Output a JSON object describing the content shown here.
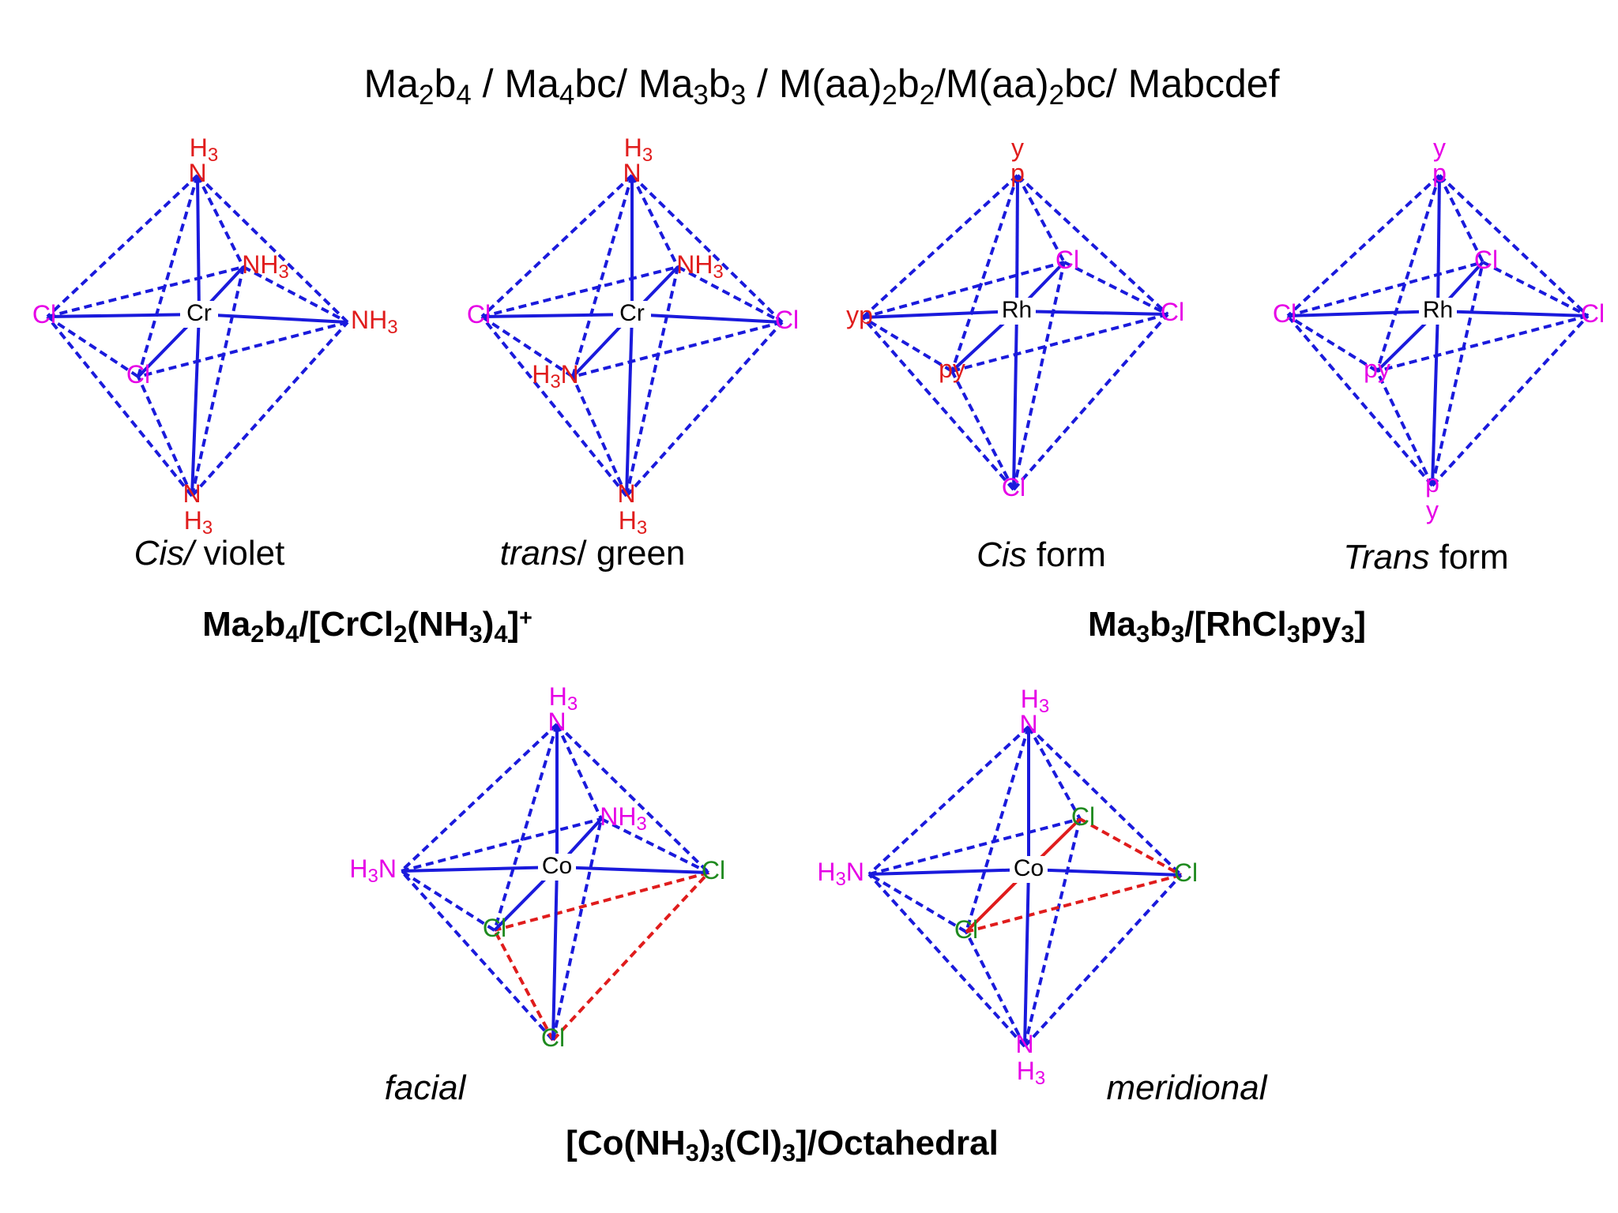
{
  "colors": {
    "bond": "#1a1adc",
    "highlight": "#e01c1c",
    "red": "#e01c1c",
    "magenta": "#e600e6",
    "green": "#1f8a1f",
    "black": "#000000"
  },
  "header": {
    "parts": [
      {
        "t": "Ma"
      },
      {
        "t": "2",
        "s": "sub"
      },
      {
        "t": "b"
      },
      {
        "t": "4",
        "s": "sub"
      },
      {
        "t": " / Ma"
      },
      {
        "t": "4",
        "s": "sub"
      },
      {
        "t": "bc/ Ma"
      },
      {
        "t": "3",
        "s": "sub"
      },
      {
        "t": "b"
      },
      {
        "t": "3",
        "s": "sub"
      },
      {
        "t": " / M(aa)"
      },
      {
        "t": "2",
        "s": "sub"
      },
      {
        "t": "b"
      },
      {
        "t": "2",
        "s": "sub"
      },
      {
        "t": "/M(aa)"
      },
      {
        "t": "2",
        "s": "sub"
      },
      {
        "t": "bc/ Mabcdef"
      }
    ]
  },
  "molecules": [
    {
      "id": "cis-cr",
      "center": "Cr",
      "caption": [
        {
          "t": "Cis/",
          "s": "i"
        },
        {
          "t": " violet"
        }
      ],
      "ligands": {
        "top": {
          "main": "N",
          "extra": "H3",
          "color": "red"
        },
        "bottom": {
          "main": "N",
          "extra": "H3",
          "color": "red"
        },
        "left": {
          "text": "Cl",
          "color": "magenta"
        },
        "right": {
          "text": "NH3",
          "color": "red"
        },
        "back": {
          "text": "NH3",
          "color": "red"
        },
        "front": {
          "text": "Cl",
          "color": "magenta"
        }
      }
    },
    {
      "id": "trans-cr",
      "center": "Cr",
      "caption": [
        {
          "t": "trans",
          "s": "i"
        },
        {
          "t": "/ green"
        }
      ],
      "ligands": {
        "top": {
          "main": "N",
          "extra": "H3",
          "color": "red"
        },
        "bottom": {
          "main": "N",
          "extra": "H3",
          "color": "red"
        },
        "left": {
          "text": "Cl",
          "color": "magenta"
        },
        "right": {
          "text": "Cl",
          "color": "magenta"
        },
        "back": {
          "text": "NH3",
          "color": "red"
        },
        "front": {
          "text": "H3N",
          "color": "red"
        }
      }
    },
    {
      "id": "cis-rh",
      "center": "Rh",
      "caption": [
        {
          "t": "Cis",
          "s": "i"
        },
        {
          "t": " form"
        }
      ],
      "ligands": {
        "top": {
          "main": "p",
          "extra": "y",
          "color": "red"
        },
        "bottom": {
          "main": "Cl",
          "extra": "",
          "color": "magenta"
        },
        "left": {
          "text": "yp",
          "color": "red"
        },
        "right": {
          "text": "Cl",
          "color": "magenta"
        },
        "back": {
          "text": "Cl",
          "color": "magenta"
        },
        "front": {
          "text": "py",
          "color": "red"
        }
      }
    },
    {
      "id": "trans-rh",
      "center": "Rh",
      "caption": [
        {
          "t": "Trans",
          "s": "i"
        },
        {
          "t": " form"
        }
      ],
      "ligands": {
        "top": {
          "main": "p",
          "extra": "y",
          "color": "magenta"
        },
        "bottom": {
          "main": "p",
          "extra": "y",
          "color": "magenta"
        },
        "left": {
          "text": "Cl",
          "color": "magenta"
        },
        "right": {
          "text": "Cl",
          "color": "magenta"
        },
        "back": {
          "text": "Cl",
          "color": "magenta"
        },
        "front": {
          "text": "py",
          "color": "magenta"
        }
      }
    },
    {
      "id": "fac-co",
      "center": "Co",
      "caption": [
        {
          "t": "facial",
          "s": "i"
        }
      ],
      "highlight": [
        [
          "front",
          "bottom"
        ],
        [
          "front",
          "right"
        ],
        [
          "right",
          "bottom"
        ]
      ],
      "ligands": {
        "top": {
          "main": "N",
          "extra": "H3",
          "color": "magenta"
        },
        "bottom": {
          "main": "Cl",
          "extra": "",
          "color": "green"
        },
        "left": {
          "text": "H3N",
          "color": "magenta"
        },
        "right": {
          "text": "Cl",
          "color": "green"
        },
        "back": {
          "text": "NH3",
          "color": "magenta"
        },
        "front": {
          "text": "Cl",
          "color": "green"
        }
      }
    },
    {
      "id": "mer-co",
      "center": "Co",
      "caption": [
        {
          "t": "meridional",
          "s": "i"
        }
      ],
      "highlight": [
        [
          "back",
          "right"
        ],
        [
          "front",
          "right"
        ]
      ],
      "solidHighlight": [
        [
          "front",
          "center"
        ],
        [
          "center",
          "back"
        ]
      ],
      "ligands": {
        "top": {
          "main": "N",
          "extra": "H3",
          "color": "magenta"
        },
        "bottom": {
          "main": "N",
          "extra": "H3",
          "color": "magenta"
        },
        "left": {
          "text": "H3N",
          "color": "magenta"
        },
        "right": {
          "text": "Cl",
          "color": "green"
        },
        "back": {
          "text": "Cl",
          "color": "green"
        },
        "front": {
          "text": "Cl",
          "color": "green"
        }
      }
    }
  ],
  "subtitles": [
    {
      "id": "sub-cr",
      "parts": [
        {
          "t": "Ma"
        },
        {
          "t": "2",
          "s": "sub"
        },
        {
          "t": "b"
        },
        {
          "t": "4",
          "s": "sub"
        },
        {
          "t": "/[CrCl"
        },
        {
          "t": "2",
          "s": "sub"
        },
        {
          "t": "(NH"
        },
        {
          "t": "3",
          "s": "sub"
        },
        {
          "t": ")"
        },
        {
          "t": "4",
          "s": "sub"
        },
        {
          "t": "]"
        },
        {
          "t": "+",
          "s": "sup"
        }
      ]
    },
    {
      "id": "sub-rh",
      "parts": [
        {
          "t": "Ma"
        },
        {
          "t": "3",
          "s": "sub"
        },
        {
          "t": "b"
        },
        {
          "t": "3",
          "s": "sub"
        },
        {
          "t": "/[RhCl"
        },
        {
          "t": "3",
          "s": "sub"
        },
        {
          "t": "py"
        },
        {
          "t": "3",
          "s": "sub"
        },
        {
          "t": "]"
        }
      ]
    },
    {
      "id": "sub-co",
      "parts": [
        {
          "t": "[Co(NH"
        },
        {
          "t": "3",
          "s": "sub"
        },
        {
          "t": ")"
        },
        {
          "t": "3",
          "s": "sub"
        },
        {
          "t": "(Cl)"
        },
        {
          "t": "3",
          "s": "sub"
        },
        {
          "t": "]/Octahedral"
        }
      ]
    }
  ]
}
